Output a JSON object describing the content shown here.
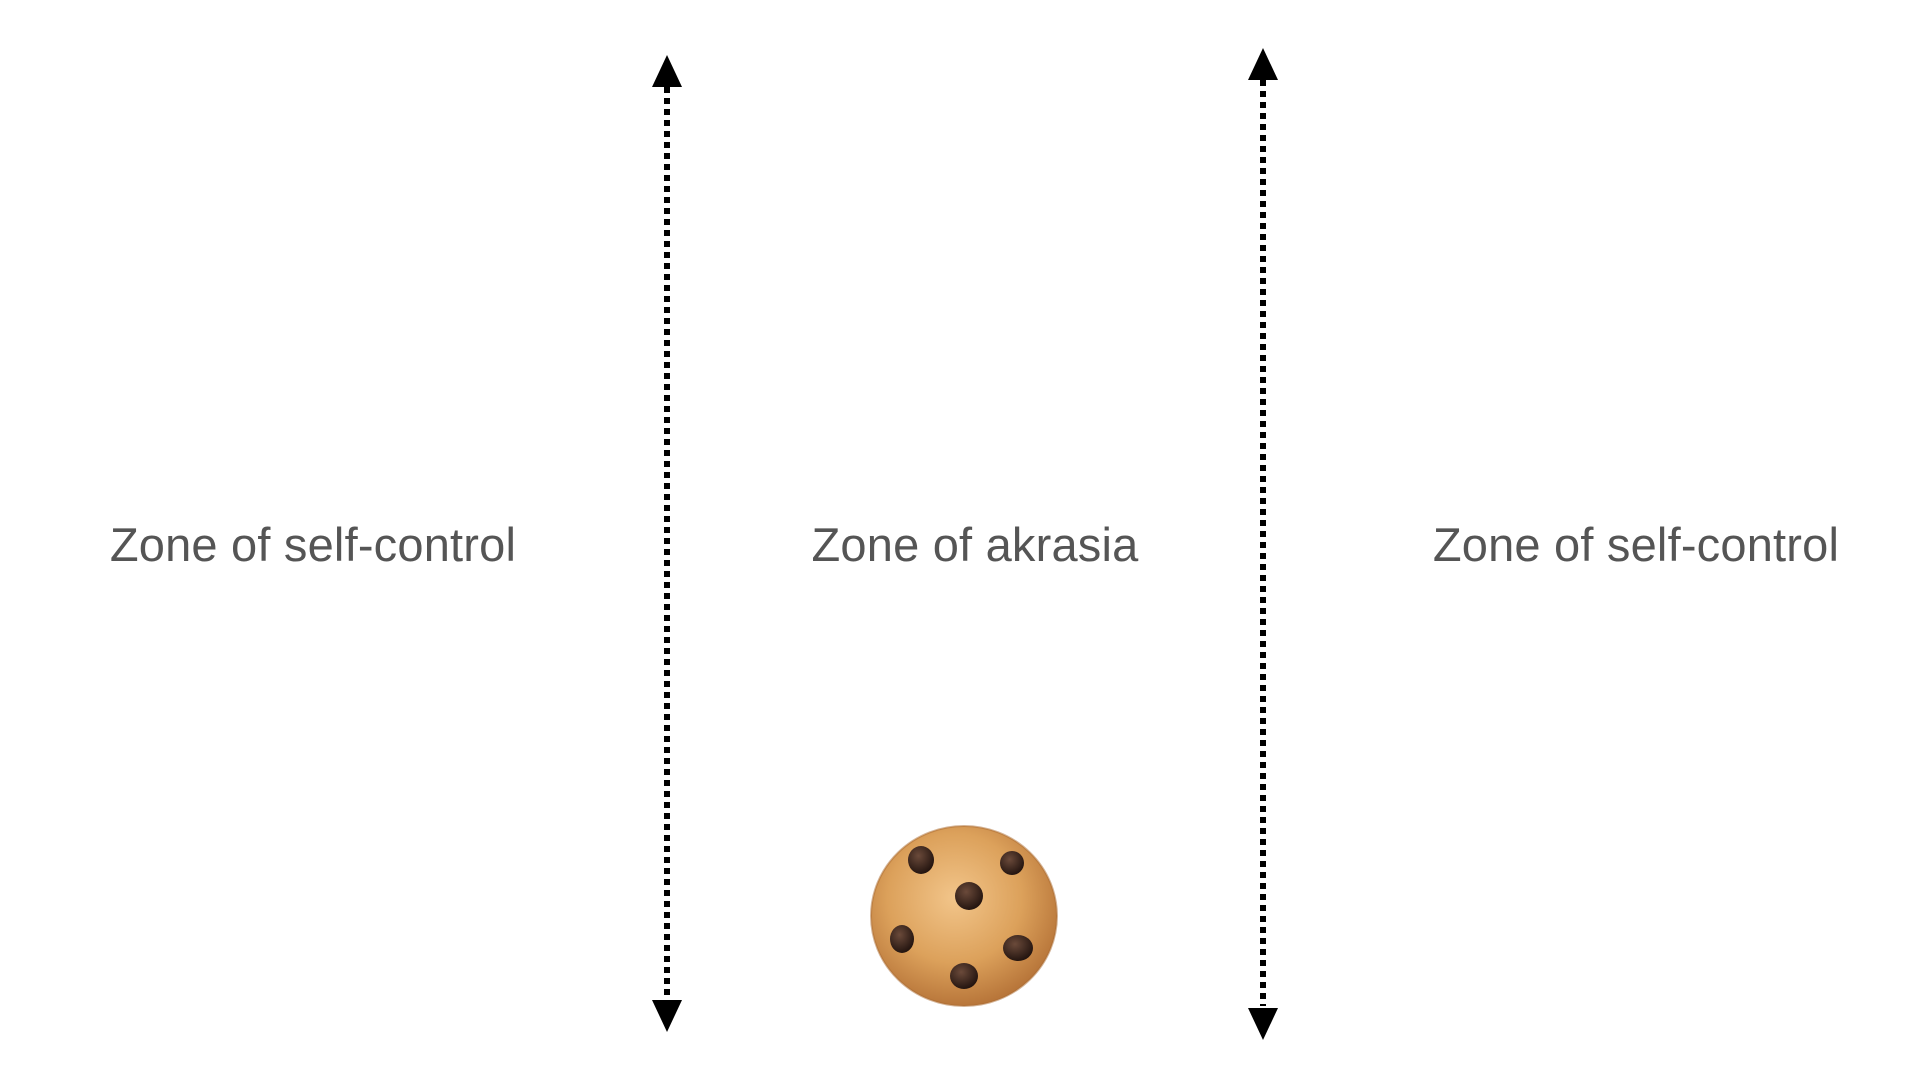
{
  "zones": {
    "left": {
      "label": "Zone of self-control"
    },
    "middle": {
      "label": "Zone of akrasia"
    },
    "right": {
      "label": "Zone of self-control"
    }
  },
  "dividers": {
    "style": "dotted double-headed vertical arrow",
    "color": "#000000"
  },
  "cookie": {
    "icon": "cookie-icon",
    "colors": {
      "dough": "#d79a52",
      "chips": "#3a2419"
    }
  },
  "colors": {
    "background": "#ffffff",
    "label": "#555555"
  }
}
